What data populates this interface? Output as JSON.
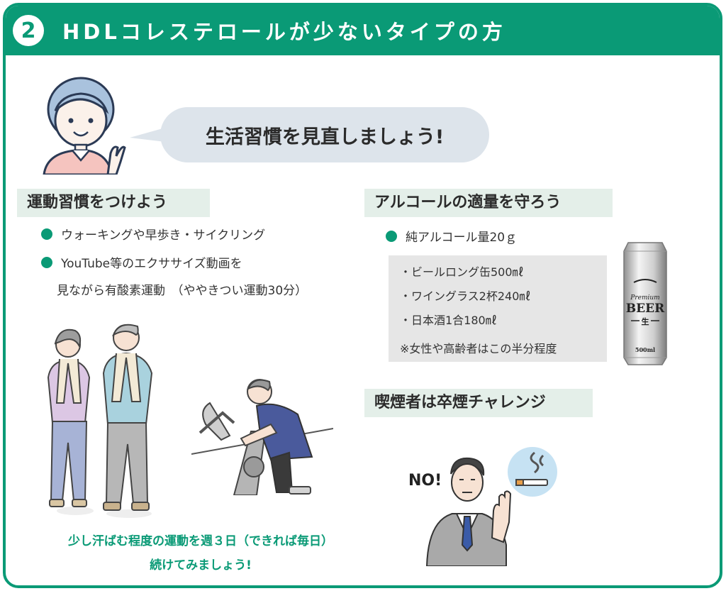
{
  "header": {
    "number": "2",
    "title": "HDLコレステロールが少ないタイプの方"
  },
  "speech": {
    "text": "生活習慣を見直しましょう!"
  },
  "exercise": {
    "heading": "運動習慣をつけよう",
    "bullets": [
      "ウォーキングや早歩き・サイクリング",
      "YouTube等のエクササイズ動画を"
    ],
    "continuation": "見ながら有酸素運動　（ややきつい運動30分）",
    "closing_line1": "少し汗ばむ程度の運動を週３日（できれば毎日）",
    "closing_line2": "続けてみましょう!"
  },
  "alcohol": {
    "heading": "アルコールの適量を守ろう",
    "bullet": "純アルコール量20ｇ",
    "examples": [
      "・ビールロング缶500㎖",
      "・ワイングラス2杯240㎖",
      "・日本酒1合180㎖"
    ],
    "note": "※女性や高齢者はこの半分程度",
    "can": {
      "small": "Premium",
      "brand": "BEER",
      "kanji": "生",
      "volume": "500ml"
    }
  },
  "smoking": {
    "heading": "喫煙者は卒煙チャレンジ",
    "exclaim": "NO!"
  },
  "colors": {
    "accent": "#0a9a76",
    "label_bg": "#e4efe9",
    "bubble_bg": "#dde4eb",
    "box_bg": "#e6e6e6"
  }
}
